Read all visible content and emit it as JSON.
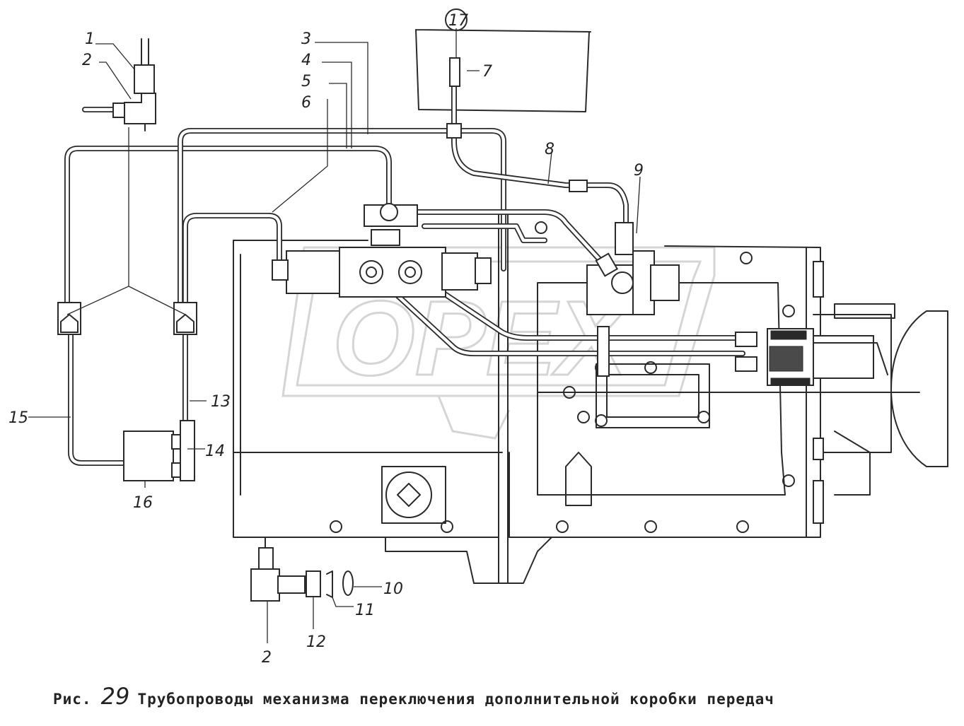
{
  "figure": {
    "prefix": "Рис.",
    "number": "29",
    "caption": "Трубопроводы механизма переключения дополнительной коробки передач"
  },
  "callouts": [
    "1",
    "2",
    "3",
    "4",
    "5",
    "6",
    "17",
    "7",
    "8",
    "9",
    "13",
    "15",
    "14",
    "16",
    "2",
    "12",
    "11",
    "10"
  ],
  "watermark": "OPEX"
}
